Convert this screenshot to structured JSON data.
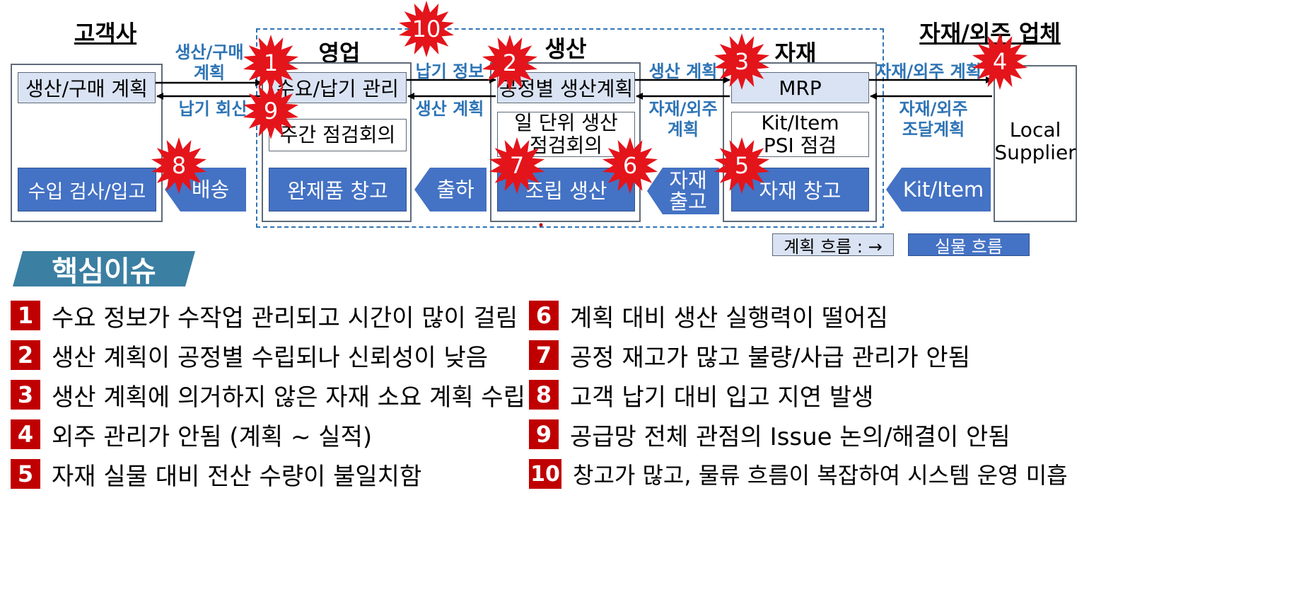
{
  "headers": {
    "customer": "고객사",
    "sales": "영업",
    "production": "생산",
    "material": "자재",
    "supplier": "자재/외주 업체"
  },
  "boxes": {
    "prod_purchase_plan": "생산/구매 계획",
    "incoming_inspection": "수입 검사/입고",
    "demand_mgmt": "수요/납기 관리",
    "weekly_meeting": "주간 점검회의",
    "finished_warehouse": "완제품 창고",
    "process_plan": "공정별 생산계획",
    "daily_meeting": "일 단위 생산\n점검회의",
    "assembly": "조립 생산",
    "mrp": "MRP",
    "kit_psi": "Kit/Item\nPSI 점검",
    "material_warehouse": "자재 창고",
    "local_supplier": "Local\nSupplier"
  },
  "pentagons": {
    "delivery": "배송",
    "shipment": "출하",
    "material_release": "자재\n출고",
    "kit_item": "Kit/Item"
  },
  "flows": {
    "cust_to_sales": "생산/구매\n계획",
    "sales_to_cust": "납기 회신",
    "sales_to_prod": "납기 정보",
    "prod_to_sales": "생산 계획",
    "prod_to_mat": "생산 계획",
    "mat_to_prod": "자재/외주\n계획",
    "mat_to_sup": "자재/외주 계획",
    "sup_to_mat": "자재/외주\n조달계획"
  },
  "legend": {
    "plan_flow": "계획 흐름 : →",
    "material_flow": "실물 흐름"
  },
  "markers": [
    "1",
    "2",
    "3",
    "4",
    "5",
    "6",
    "7",
    "8",
    "9",
    "10"
  ],
  "issue_title": "핵심이슈",
  "issues": [
    {
      "num": "1",
      "text": "수요 정보가 수작업 관리되고 시간이 많이 걸림"
    },
    {
      "num": "2",
      "text": "생산 계획이 공정별 수립되나 신뢰성이 낮음"
    },
    {
      "num": "3",
      "text": "생산 계획에 의거하지 않은 자재 소요 계획 수립"
    },
    {
      "num": "4",
      "text": "외주 관리가 안됨 (계획 ~ 실적)"
    },
    {
      "num": "5",
      "text": "자재 실물 대비 전산 수량이 불일치함"
    },
    {
      "num": "6",
      "text": "계획 대비 생산 실행력이 떨어짐"
    },
    {
      "num": "7",
      "text": "공정 재고가 많고 불량/사급 관리가 안됨"
    },
    {
      "num": "8",
      "text": "고객 납기 대비 입고 지연 발생"
    },
    {
      "num": "9",
      "text": "공급망 전체 관점의 Issue 논의/해결이 안됨"
    },
    {
      "num": "10",
      "text": "창고가 많고, 물류 흐름이 복잡하여 시스템 운영 미흡"
    }
  ],
  "colors": {
    "marker": "#e4141b",
    "issue_badge": "#c00000",
    "box_blue": "#4472c4",
    "box_light": "#dae3f3",
    "flow_text": "#2e74b5",
    "title_band": "#3b7fa2"
  }
}
